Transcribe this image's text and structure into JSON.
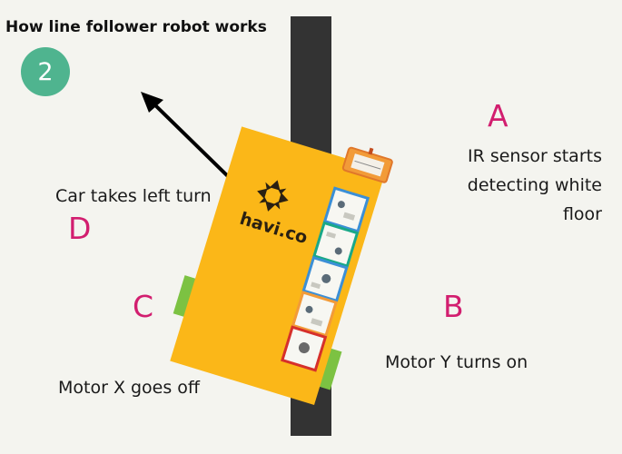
{
  "title": "How line follower robot works",
  "step_number": "2",
  "labels": {
    "a": "A",
    "b": "B",
    "c": "C",
    "d": "D"
  },
  "captions": {
    "ir_sensor": "IR sensor starts detecting white floor",
    "ir_sensor_lines": [
      "IR sensor starts",
      "detecting white",
      "floor"
    ],
    "motor_y": "Motor Y turns on",
    "motor_x": "Motor X goes off",
    "left_turn": "Car takes left turn"
  },
  "robot": {
    "logo_text": "havi.co"
  },
  "colors": {
    "background": "#f4f4ef",
    "track": "#333333",
    "robot_body": "#fbb718",
    "wheel": "#7cc242",
    "label_magenta": "#d21e6f",
    "step_badge": "#4fb48f"
  }
}
